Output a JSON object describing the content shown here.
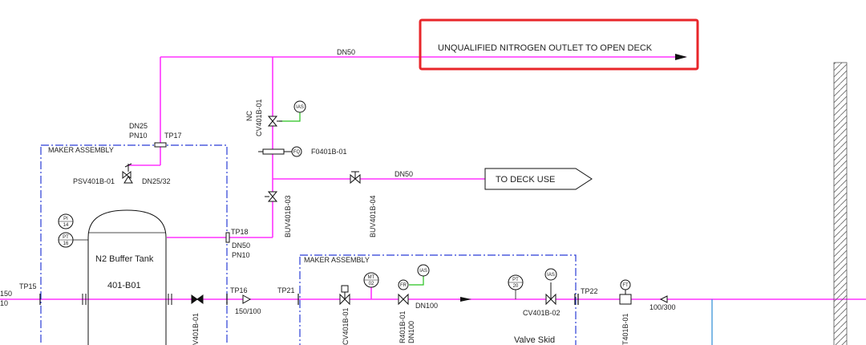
{
  "callout": {
    "text": "UNQUALIFIED NITROGEN OUTLET TO OPEN DECK",
    "border_color": "#e8262a"
  },
  "to_deck": {
    "text": "TO DECK USE"
  },
  "pipe_color": "#ff33ff",
  "maker_box_color": "#2a3cd6",
  "labels": {
    "dn50_top": "DN50",
    "dn50_mid": "DN50",
    "dn25": "DN25",
    "pn10_a": "PN10",
    "tp17": "TP17",
    "maker_assembly_1": "MAKER ASSEMBLY",
    "maker_assembly_2": "MAKER ASSEMBLY",
    "psv": "PSV401B-01",
    "dn25_32": "DN25/32",
    "nc": "NC",
    "cv401b_01": "CV401B-01",
    "f0401b_01": "F0401B-01",
    "buv401b_03": "BUV401B-03",
    "buv401b_04": "BUV401B-04",
    "tp18": "TP18",
    "dn50_tp18": "DN50",
    "pn10_b": "PN10",
    "tank_title": "N2 Buffer Tank",
    "tank_tag": "401-B01",
    "tp15": "TP15",
    "left_150": "150",
    "left_10": "10",
    "tp16": "TP16",
    "r150_100": "150/100",
    "tp21": "TP21",
    "dn100": "DN100",
    "cv401b_02": "CV401B-02",
    "tp22": "TP22",
    "r100_300": "100/300",
    "valve_skid": "Valve Skid",
    "v_av401b_01": "V401B-01",
    "v_cv401b_01": "CV401B-01",
    "v_r401b_01": "R401B-01",
    "v_dn100": "DN100",
    "v_t401b_01": "T401B-01"
  },
  "instruments": {
    "ias_1": "IAS",
    "fq": "FQ",
    "pi_14_a": "PI",
    "pi_14_b": "14",
    "pt_16_a": "PT",
    "pt_16_b": "16",
    "mt_02_a": "MT",
    "mt_02_b": "02",
    "ias_2": "IAS",
    "fr": "FR",
    "pt_20_a": "PT",
    "pt_20_b": "20",
    "ias_3": "IAS",
    "ft": "FT"
  }
}
